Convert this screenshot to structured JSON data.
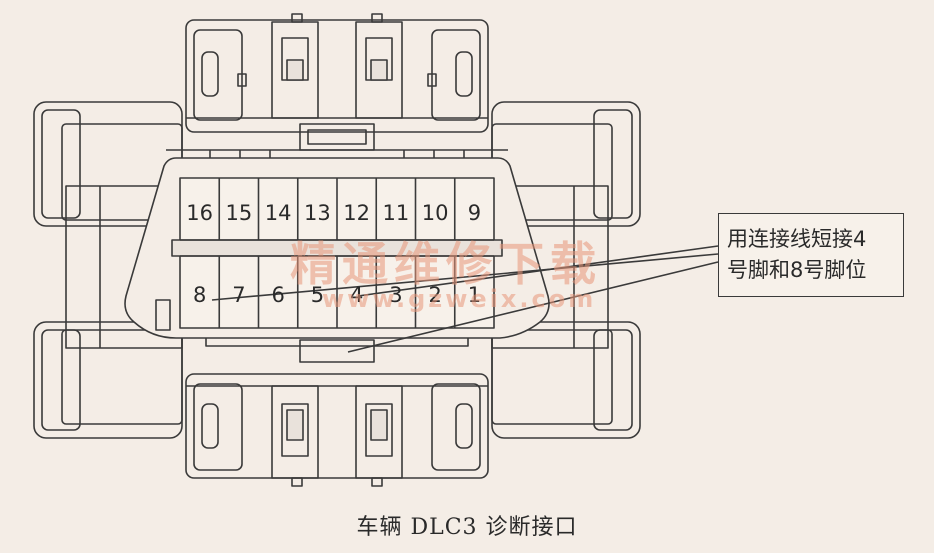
{
  "connector": {
    "top_row_pins": [
      "16",
      "15",
      "14",
      "13",
      "12",
      "11",
      "10",
      "9"
    ],
    "bottom_row_pins": [
      "8",
      "7",
      "6",
      "5",
      "4",
      "3",
      "2",
      "1"
    ]
  },
  "callout": {
    "line1": "用连接线短接4",
    "line2": "号脚和8号脚位"
  },
  "caption": "车辆 DLC3 诊断接口",
  "watermark": {
    "cn": "精通维修下载",
    "url": "www.gzweix.com"
  },
  "colors": {
    "background": "#f4ede6",
    "line": "#3a3a3a",
    "watermark": "#e89678"
  }
}
